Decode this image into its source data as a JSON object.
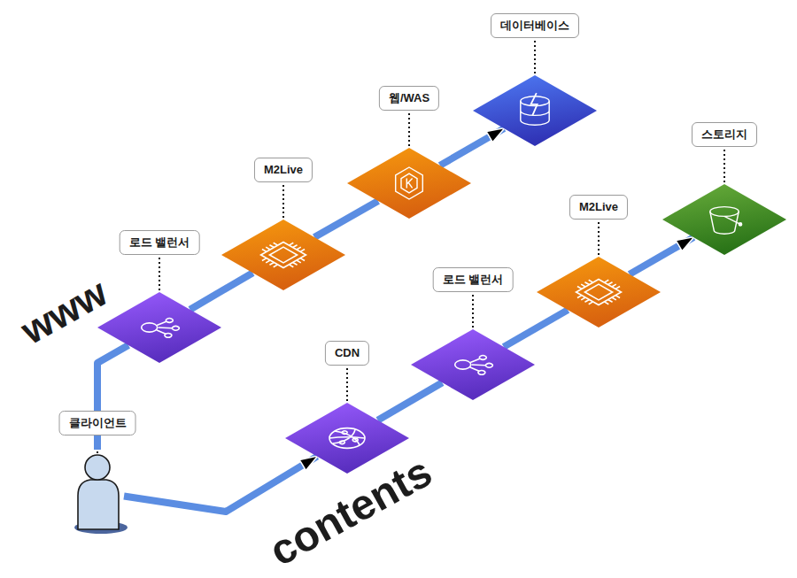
{
  "diagram": {
    "nodes": [
      {
        "text": [
          "클라이언트"
        ]
      },
      {
        "text": [
          "로드 밸런서"
        ]
      },
      {
        "text": [
          "M2Live"
        ]
      },
      {
        "text": [
          "웹/WAS"
        ]
      },
      {
        "text": [
          "데이터베이스"
        ]
      },
      {
        "text": [
          "CDN"
        ]
      },
      {
        "text": [
          "로드 밸런서"
        ]
      },
      {
        "text": [
          "M2Live"
        ]
      },
      {
        "text": [
          "스토리지"
        ]
      }
    ],
    "edges": [
      {
        "from": 0,
        "to": 1,
        "arrow": "none"
      },
      {
        "from": 1,
        "to": 2,
        "arrow": "none"
      },
      {
        "from": 2,
        "to": 3,
        "arrow": "none"
      },
      {
        "from": 3,
        "to": 4,
        "arrow": "to"
      },
      {
        "from": 0,
        "to": 5,
        "arrow": "to"
      },
      {
        "from": 5,
        "to": 6,
        "arrow": "none"
      },
      {
        "from": 6,
        "to": 7,
        "arrow": "none"
      },
      {
        "from": 7,
        "to": 8,
        "arrow": "to"
      }
    ],
    "labels": [
      "www",
      "contents"
    ]
  }
}
